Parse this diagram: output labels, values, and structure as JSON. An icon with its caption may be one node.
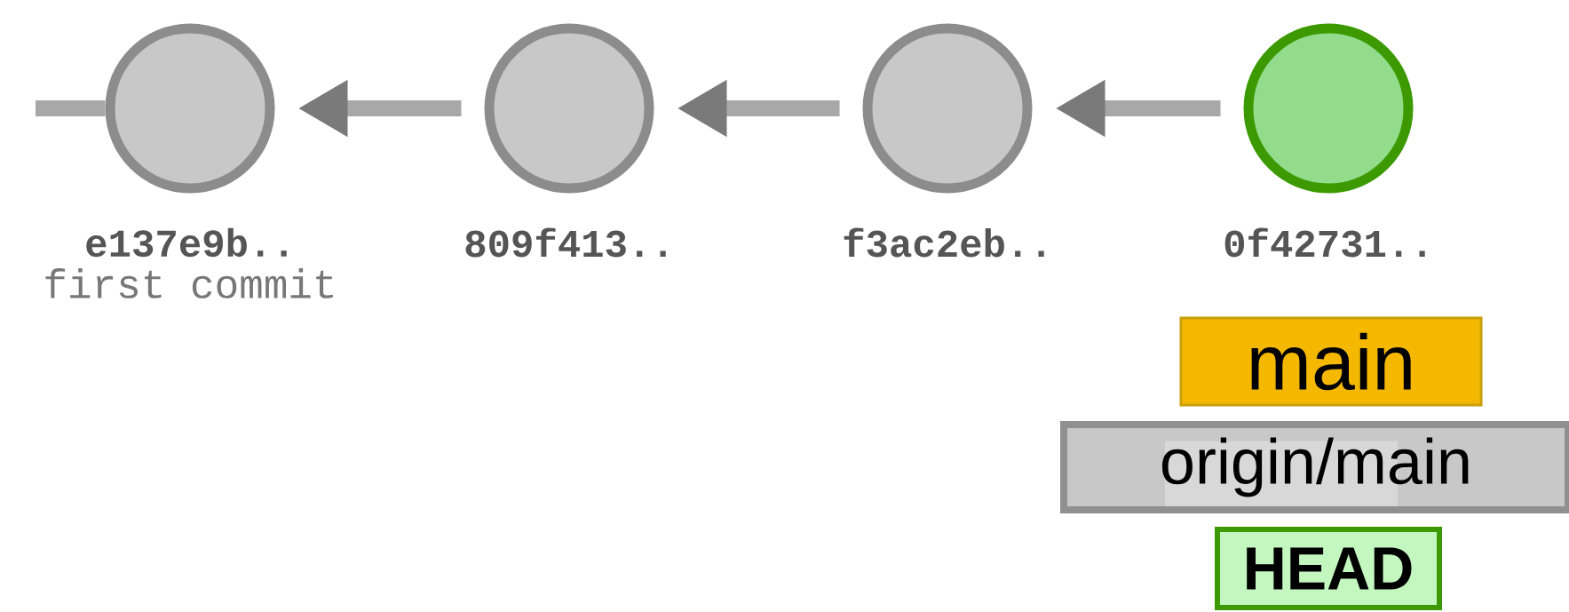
{
  "diagram": {
    "nodes": [
      {
        "text": [],
        "shape": "circle",
        "beside": [
          "e137e9b..",
          "first commit"
        ]
      },
      {
        "text": [],
        "shape": "circle",
        "beside": [
          "809f413.."
        ]
      },
      {
        "text": [],
        "shape": "circle",
        "beside": [
          "f3ac2eb.."
        ]
      },
      {
        "text": [],
        "shape": "circle",
        "beside": [
          "0f42731.."
        ]
      },
      {
        "text": [
          "main"
        ]
      },
      {
        "text": [
          "origin/main"
        ]
      },
      {
        "text": [
          "HEAD"
        ]
      }
    ],
    "edges": [
      {
        "from": 0,
        "to": null,
        "arrow": "none"
      },
      {
        "from": 1,
        "to": 0,
        "arrow": "to"
      },
      {
        "from": 2,
        "to": 1,
        "arrow": "to"
      },
      {
        "from": 3,
        "to": 2,
        "arrow": "to"
      }
    ]
  }
}
